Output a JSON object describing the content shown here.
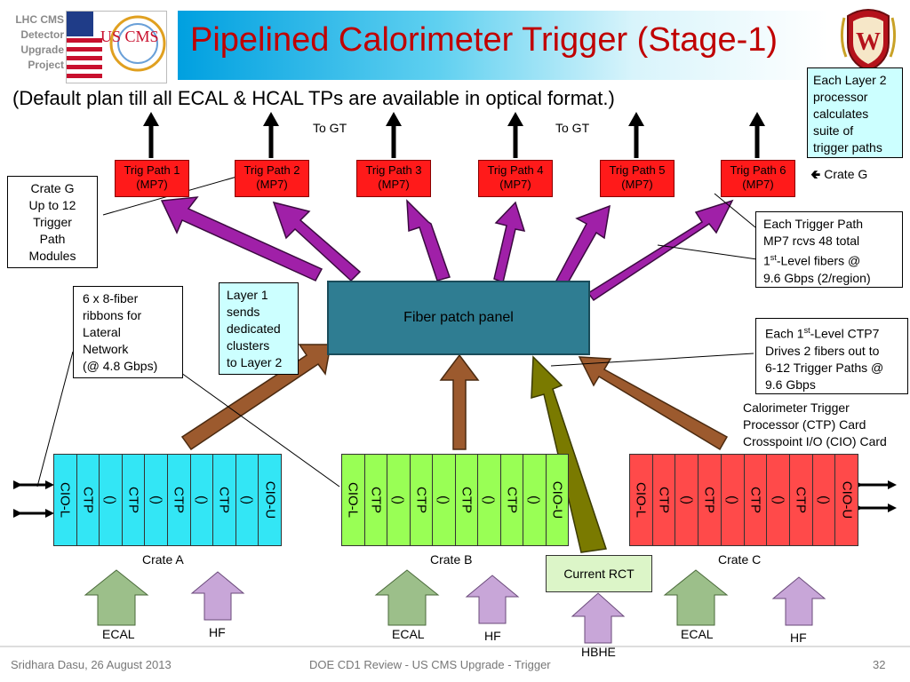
{
  "header": {
    "logo_text": [
      "LHC CMS",
      "Detector",
      "Upgrade",
      "Project"
    ],
    "cms_logo_text": "US CMS",
    "title": "Pipelined Calorimeter Trigger (Stage-1)",
    "subtitle": "(Default plan till all ECAL & HCAL TPs are available in optical format.)"
  },
  "to_gt": [
    "To GT",
    "To GT"
  ],
  "trig_paths": [
    {
      "name": "Trig Path 1",
      "sub": "(MP7)"
    },
    {
      "name": "Trig Path 2",
      "sub": "(MP7)"
    },
    {
      "name": "Trig Path 3",
      "sub": "(MP7)"
    },
    {
      "name": "Trig Path 4",
      "sub": "(MP7)"
    },
    {
      "name": "Trig Path 5",
      "sub": "(MP7)"
    },
    {
      "name": "Trig Path 6",
      "sub": "(MP7)"
    }
  ],
  "callouts": {
    "layer2": [
      "Each Layer 2",
      "processor",
      "calculates",
      "suite of",
      "trigger paths"
    ],
    "crate_g_pointer": "Crate G",
    "crate_g": [
      "Crate G",
      "Up to 12",
      "Trigger",
      "Path",
      "Modules"
    ],
    "trigger_path": [
      "Each Trigger Path",
      "MP7 rcvs 48 total",
      "1",
      "st",
      "-Level fibers @",
      "9.6 Gbps (2/region)"
    ],
    "fiber_ribbons": [
      "6 x 8-fiber",
      "ribbons for",
      "Lateral",
      "Network",
      "(@ 4.8 Gbps)"
    ],
    "layer1": [
      "Layer 1",
      "sends",
      "dedicated",
      "clusters",
      "to Layer 2"
    ],
    "ctp7": [
      "Each 1",
      "st",
      "-Level CTP7",
      "Drives 2 fibers out to",
      "6-12 Trigger Paths @",
      "9.6 Gbps"
    ],
    "card_info": [
      "Calorimeter Trigger",
      "Processor (CTP) Card",
      "Crosspoint I/O (CIO) Card"
    ]
  },
  "fiber_patch_panel": "Fiber patch panel",
  "crates": [
    {
      "name": "Crate A",
      "slots": [
        "CIO-L",
        "CTP",
        "()",
        "CTP",
        "()",
        "CTP",
        "()",
        "CTP",
        "()",
        "CIO-U"
      ]
    },
    {
      "name": "Crate B",
      "slots": [
        "CIO-L",
        "CTP",
        "()",
        "CTP",
        "()",
        "CTP",
        "()",
        "CTP",
        "()",
        "CIO-U"
      ]
    },
    {
      "name": "Crate C",
      "slots": [
        "CIO-L",
        "CTP",
        "()",
        "CTP",
        "()",
        "CTP",
        "()",
        "CTP",
        "()",
        "CIO-U"
      ]
    }
  ],
  "current_rct": "Current RCT",
  "inputs": {
    "ecal": "ECAL",
    "hf": "HF",
    "hbhe": "HBHE"
  },
  "colors": {
    "trig_path": "#ff1a1a",
    "crate_a": "#33e6f5",
    "crate_b": "#99ff55",
    "crate_c": "#ff4a4a",
    "fiber_panel": "#2f7d92",
    "purple_arrow": "#a020a8",
    "brown_arrow": "#9c5a2e",
    "olive_arrow": "#7a7a00",
    "ecal_arrow": "#9cbf8a",
    "hf_arrow": "#c8a6d8",
    "title": "#c00000"
  },
  "footer": {
    "left": "Sridhara Dasu, 26 August 2013",
    "center": "DOE CD1 Review - US CMS Upgrade - Trigger",
    "page": "32"
  }
}
